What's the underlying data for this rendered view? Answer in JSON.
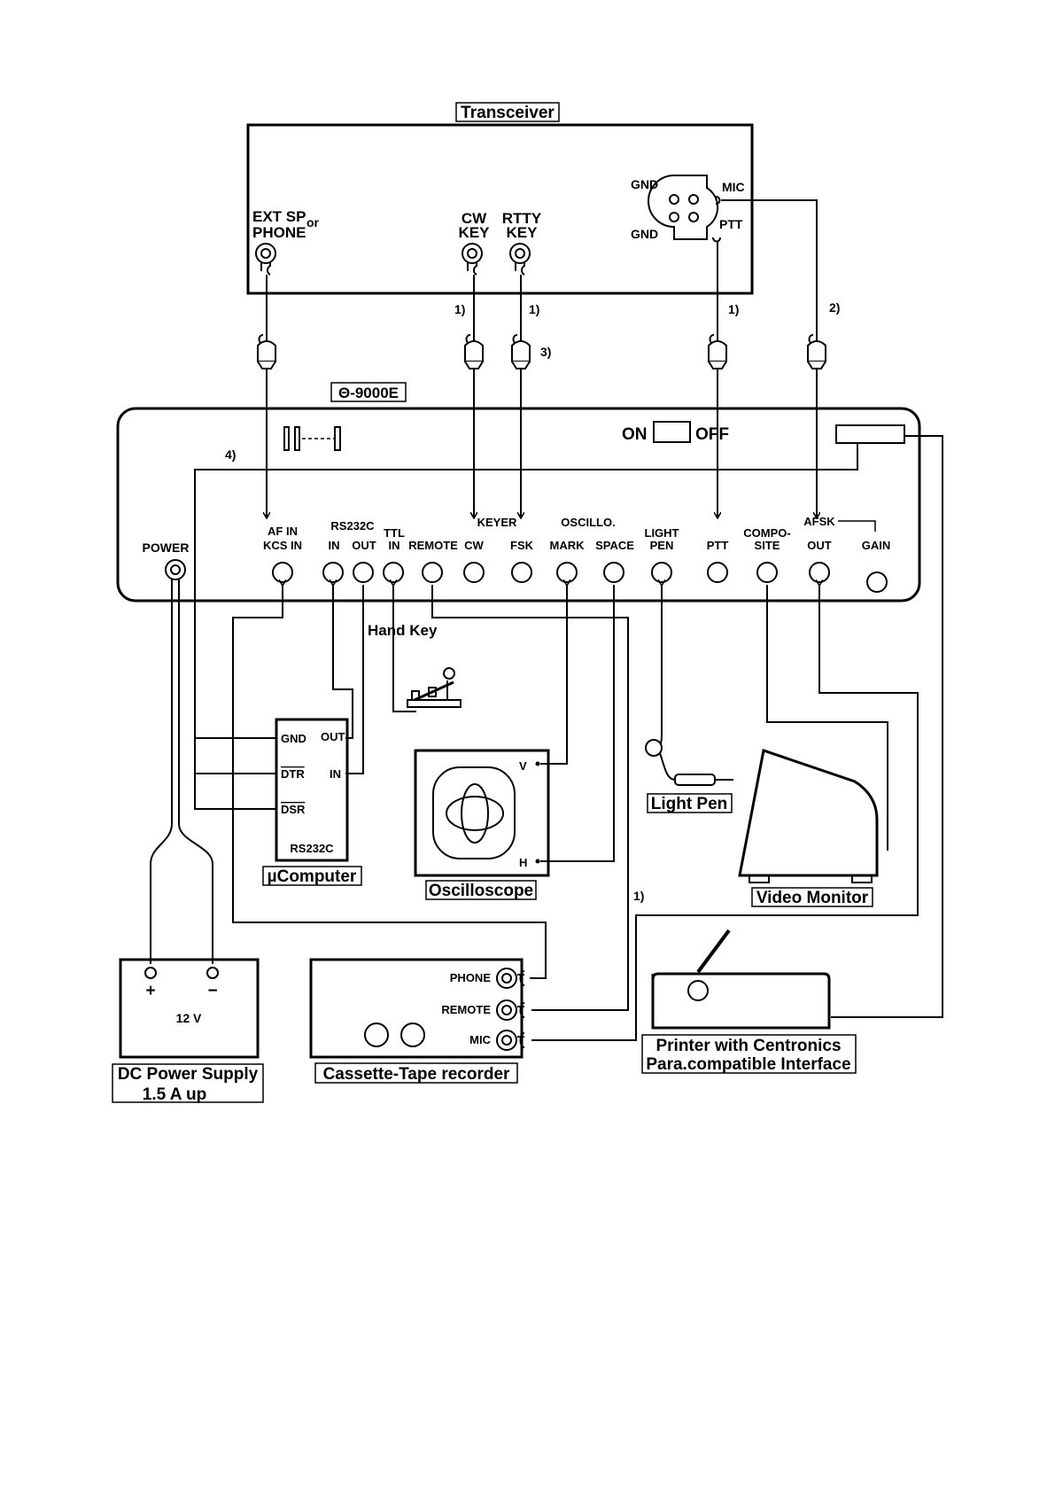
{
  "transceiver": {
    "title": "Transceiver",
    "ext_sp": "EXT SP",
    "or": "or",
    "phone": "PHONE",
    "cw_key_1": "CW",
    "cw_key_2": "KEY",
    "rtty_key_1": "RTTY",
    "rtty_key_2": "KEY",
    "gnd_top": "GND",
    "gnd_bottom": "GND",
    "mic": "MIC",
    "ptt": "PTT"
  },
  "notes": {
    "n1_cw": "1)",
    "n1_rtty": "1)",
    "n3": "3)",
    "n1_ptt": "1)",
    "n2": "2)",
    "n4": "4)",
    "n1_remote": "1)"
  },
  "device": {
    "title": "Θ-9000E",
    "on": "ON",
    "off": "OFF",
    "power": "POWER",
    "af_in": "AF IN",
    "kcs_in": "KCS IN",
    "rs232c": "RS232C",
    "rs_in": "IN",
    "rs_out": "OUT",
    "ttl": "TTL",
    "ttl_in": "IN",
    "remote": "REMOTE",
    "keyer": "KEYER",
    "cw": "CW",
    "fsk": "FSK",
    "oscillo": "OSCILLO.",
    "mark": "MARK",
    "space": "SPACE",
    "light": "LIGHT",
    "pen": "PEN",
    "ptt": "PTT",
    "compo": "COMPO-",
    "site": "SITE",
    "afsk": "AFSK",
    "afsk_out": "OUT",
    "gain": "GAIN"
  },
  "hand_key": "Hand Key",
  "computer": {
    "gnd": "GND",
    "dtr": "DTR",
    "dsr": "DSR",
    "out": "OUT",
    "in": "IN",
    "rs232c": "RS232C",
    "title": "µComputer"
  },
  "oscilloscope": {
    "v": "V",
    "h": "H",
    "title": "Oscilloscope"
  },
  "light_pen": "Light Pen",
  "video_monitor": "Video Monitor",
  "power_supply": {
    "plus": "+",
    "minus": "−",
    "voltage": "12 V",
    "title_1": "DC Power Supply",
    "title_2": "1.5 A up"
  },
  "cassette": {
    "phone": "PHONE",
    "remote": "REMOTE",
    "mic": "MIC",
    "title": "Cassette-Tape recorder"
  },
  "printer": {
    "title_1": "Printer with Centronics",
    "title_2": "Para.compatible Interface"
  }
}
